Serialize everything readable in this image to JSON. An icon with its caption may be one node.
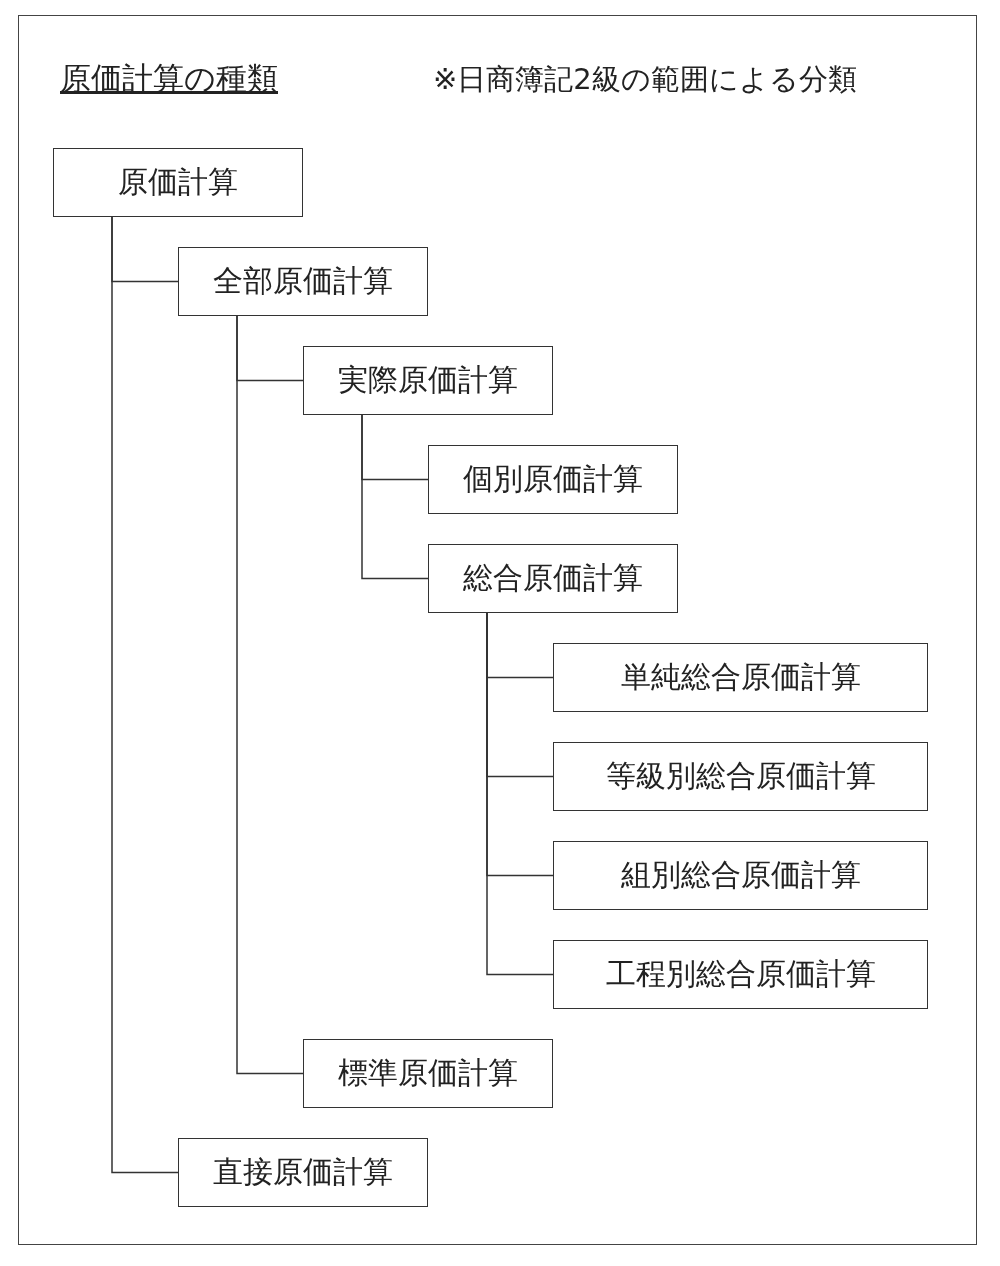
{
  "diagram": {
    "title": "原価計算の種類",
    "nodes": [
      {
        "text": [
          "原価計算"
        ]
      },
      {
        "text": [
          "全部原価計算"
        ]
      },
      {
        "text": [
          "実際原価計算"
        ]
      },
      {
        "text": [
          "個別原価計算"
        ]
      },
      {
        "text": [
          "総合原価計算"
        ]
      },
      {
        "text": [
          "単純総合原価計算"
        ]
      },
      {
        "text": [
          "等級別総合原価計算"
        ]
      },
      {
        "text": [
          "組別総合原価計算"
        ]
      },
      {
        "text": [
          "工程別総合原価計算"
        ]
      },
      {
        "text": [
          "標準原価計算"
        ]
      },
      {
        "text": [
          "直接原価計算"
        ]
      }
    ],
    "edges": [
      {
        "from": 0,
        "to": 1,
        "arrow": "none"
      },
      {
        "from": 1,
        "to": 2,
        "arrow": "none"
      },
      {
        "from": 2,
        "to": 3,
        "arrow": "none"
      },
      {
        "from": 2,
        "to": 4,
        "arrow": "none"
      },
      {
        "from": 4,
        "to": 5,
        "arrow": "none"
      },
      {
        "from": 4,
        "to": 6,
        "arrow": "none"
      },
      {
        "from": 4,
        "to": 7,
        "arrow": "none"
      },
      {
        "from": 4,
        "to": 8,
        "arrow": "none"
      },
      {
        "from": 1,
        "to": 9,
        "arrow": "none"
      },
      {
        "from": 0,
        "to": 10,
        "arrow": "none"
      }
    ],
    "labels": [
      "※日商簿記2級の範囲による分類"
    ]
  }
}
